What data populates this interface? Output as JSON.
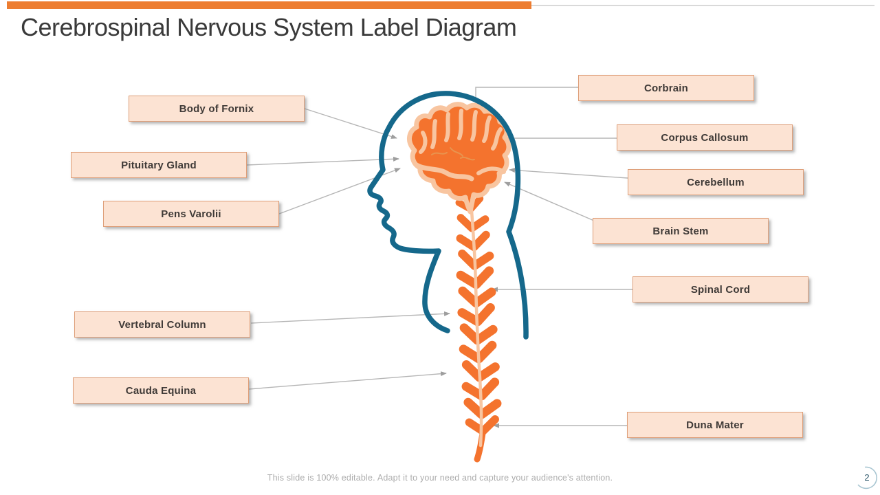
{
  "header": {
    "title": "Cerebrospinal Nervous System Label Diagram"
  },
  "labels": [
    {
      "text": "Body of Fornix"
    },
    {
      "text": "Pituitary Gland"
    },
    {
      "text": "Pens Varolii"
    },
    {
      "text": "Vertebral Column"
    },
    {
      "text": "Cauda Equina"
    },
    {
      "text": "Corbrain"
    },
    {
      "text": "Corpus Callosum"
    },
    {
      "text": "Cerebellum"
    },
    {
      "text": "Brain Stem"
    },
    {
      "text": "Spinal Cord"
    },
    {
      "text": "Duna Mater"
    }
  ],
  "footer": {
    "text": "This slide is 100% editable. Adapt it to your need and capture your audience's attention."
  },
  "page": {
    "number": "2"
  },
  "theme": {
    "accent-bar": "#ED7D31",
    "hairline": "#D9D9D9",
    "title-color": "#3A3A3A",
    "box-fill": "#FCE3D3",
    "box-border": "#DE9E78",
    "box-text": "#3F3A37",
    "connector": "#B5B5B5",
    "figure-orange": "#F4732E",
    "figure-peach": "#F8C5A0",
    "head-teal": "#15688B",
    "footer-color": "#ACACAC",
    "page-number-color": "#2E586B",
    "page-circle-color": "#A9C6D2"
  }
}
